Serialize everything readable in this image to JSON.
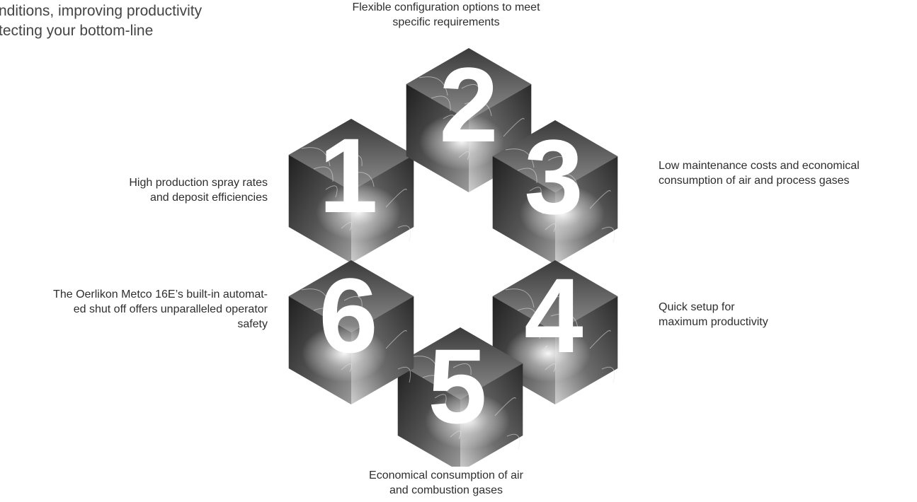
{
  "headline": {
    "line1": "nditions, improving productivity",
    "line2": "tecting your bottom-line"
  },
  "captions": {
    "top": {
      "line1": "Flexible configuration options to meet",
      "line2": "specific requirements"
    },
    "one": {
      "line1": "High production spray rates",
      "line2": "and deposit efficiencies"
    },
    "three": {
      "line1": "Low maintenance costs and economical",
      "line2": "consumption of air and process gases"
    },
    "four": {
      "line1": "Quick setup for",
      "line2": "maximum productivity"
    },
    "five": {
      "line1": "Economical consumption of air",
      "line2": "and combustion gases"
    },
    "six": {
      "line1": "The Oerlikon Metco 16E’s built-in automat-",
      "line2": "ed shut off offers unparalleled operator",
      "line3": "safety"
    }
  },
  "cubes": [
    {
      "label": "1"
    },
    {
      "label": "2"
    },
    {
      "label": "3"
    },
    {
      "label": "4"
    },
    {
      "label": "5"
    },
    {
      "label": "6"
    }
  ],
  "colors": {
    "cube_dark": "#2c2c2c",
    "cube_mid": "#6a6a6a",
    "cube_light": "#bdbdbd"
  }
}
